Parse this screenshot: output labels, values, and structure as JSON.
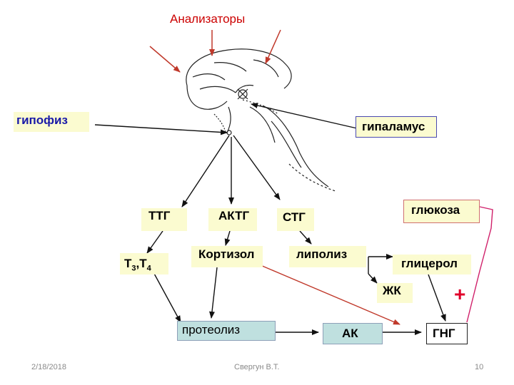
{
  "title": "Анализаторы",
  "nodes": {
    "gipofiz": "гипофиз",
    "gipalamus": "гипаламус",
    "ttg": "ТТГ",
    "aktg": "АКТГ",
    "stg": "СТГ",
    "glyukoza": "глюкоза",
    "t3": "Т",
    "t3_sub": "3",
    "t3_sep": ",Т",
    "t4_sub": "4",
    "kortizol": "Кортизол",
    "lipoliz": "липолиз",
    "glitserol": "глицерол",
    "zhk": "ЖК",
    "plus": "+",
    "proteoliz": "протеолиз",
    "ak": "АК",
    "gng": "ГНГ"
  },
  "footer": {
    "date": "2/18/2018",
    "author": "Свергун В.Т.",
    "page": "10"
  },
  "colors": {
    "title": "#cc0000",
    "gipofiz_text": "#1a1aa8",
    "red_arrow": "#c0392b",
    "magenta_link": "#d0206a",
    "plus": "#e0002a"
  }
}
